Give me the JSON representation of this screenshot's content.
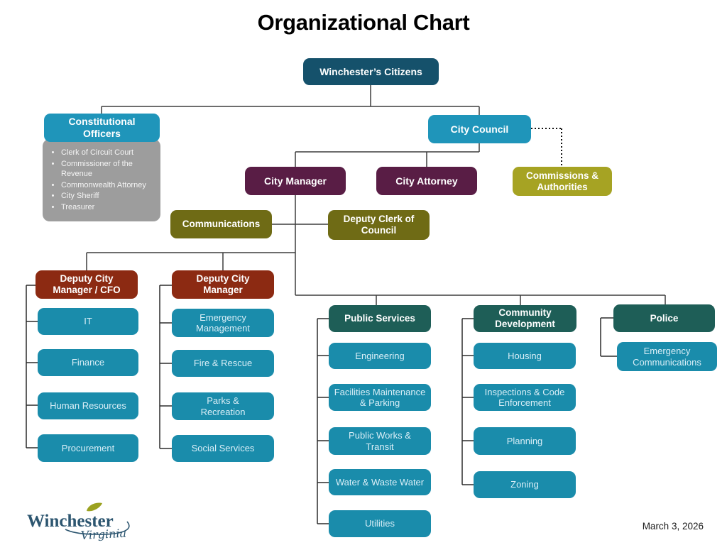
{
  "title": "Organizational Chart",
  "footer": {
    "date": "March 3, 2026"
  },
  "logo": {
    "wordmark": "Winchester",
    "script": "Virginia"
  },
  "colors": {
    "bright_teal": "#1f95ba",
    "dark_navy_teal": "#15516b",
    "dark_teal_green": "#1e5e57",
    "department_teal": "#1a8cab",
    "maroon": "#591d45",
    "olive": "#6f6b15",
    "yellow_green": "#a6a323",
    "brick_red": "#8c2a12",
    "list_gray": "#9d9d9d",
    "connector": "#3d3d3d"
  },
  "nodes": {
    "citizens": {
      "label": "Winchester’s Citizens"
    },
    "constitutional_officers": {
      "label": "Constitutional Officers",
      "items": [
        "Clerk of Circuit Court",
        "Commissioner of the Revenue",
        "Commonwealth Attorney",
        "City Sheriff",
        "Treasurer"
      ]
    },
    "city_council": {
      "label": "City Council"
    },
    "commissions_authorities": {
      "label": "Commissions & Authorities"
    },
    "city_manager": {
      "label": "City Manager"
    },
    "city_attorney": {
      "label": "City Attorney"
    },
    "communications": {
      "label": "Communications"
    },
    "deputy_clerk_of_council": {
      "label": "Deputy Clerk of Council"
    },
    "deputy_city_manager_cfo": {
      "label": "Deputy City Manager / CFO",
      "children": [
        "IT",
        "Finance",
        "Human Resources",
        "Procurement"
      ]
    },
    "deputy_city_manager": {
      "label": "Deputy City Manager",
      "children": [
        "Emergency Management",
        "Fire & Rescue",
        "Parks & Recreation",
        "Social Services"
      ]
    },
    "public_services": {
      "label": "Public Services",
      "children": [
        "Engineering",
        "Facilities Maintenance & Parking",
        "Public Works & Transit",
        "Water & Waste Water",
        "Utilities"
      ]
    },
    "community_development": {
      "label": "Community Development",
      "children": [
        "Housing",
        "Inspections & Code Enforcement",
        "Planning",
        "Zoning"
      ]
    },
    "police": {
      "label": "Police",
      "children": [
        "Emergency Communications"
      ]
    }
  }
}
